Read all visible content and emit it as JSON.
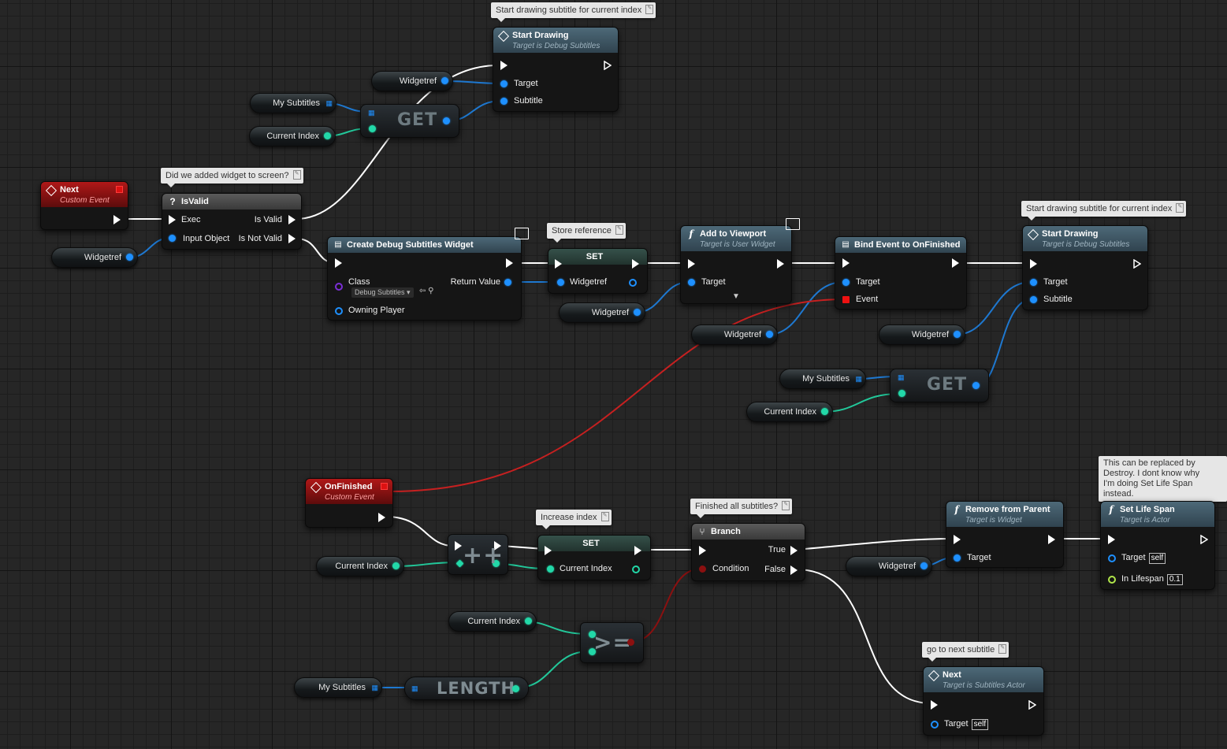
{
  "comments": {
    "start_drawing_top": "Start drawing subtitle for current index",
    "did_we_add": "Did we added widget to screen?",
    "store_ref": "Store reference",
    "start_drawing_right": "Start drawing subtitle for current index",
    "increase_index": "Increase index",
    "finished_all": "Finished all subtitles?",
    "can_be_replaced": "This can be replaced by\nDestroy. I dont know why\nI'm doing Set Life Span instead.",
    "go_next": "go to next subtitle"
  },
  "nodes": {
    "next_event": {
      "title": "Next",
      "subtitle": "Custom Event"
    },
    "is_valid": {
      "title": "IsValid",
      "exec": "Exec",
      "input_object": "Input Object",
      "is_valid": "Is Valid",
      "is_not_valid": "Is Not Valid"
    },
    "start_drawing_top": {
      "title": "Start Drawing",
      "subtitle": "Target is Debug Subtitles",
      "target": "Target",
      "subtitle_pin": "Subtitle"
    },
    "create_widget": {
      "title": "Create Debug Subtitles Widget",
      "class": "Class",
      "class_value": "Debug Subtitles",
      "return_value": "Return Value",
      "owning_player": "Owning Player"
    },
    "set_widget": {
      "title": "SET",
      "pin": "Widgetref"
    },
    "add_viewport": {
      "title": "Add to Viewport",
      "subtitle": "Target is User Widget",
      "target": "Target"
    },
    "bind_event": {
      "title": "Bind Event to OnFinished",
      "target": "Target",
      "event": "Event"
    },
    "start_drawing_right": {
      "title": "Start Drawing",
      "subtitle": "Target is Debug Subtitles",
      "target": "Target",
      "subtitle_pin": "Subtitle"
    },
    "on_finished": {
      "title": "OnFinished",
      "subtitle": "Custom Event"
    },
    "increment": {
      "symbol": "++"
    },
    "set_index": {
      "title": "SET",
      "pin": "Current Index"
    },
    "branch": {
      "title": "Branch",
      "condition": "Condition",
      "true": "True",
      "false": "False"
    },
    "remove_parent": {
      "title": "Remove from Parent",
      "subtitle": "Target is Widget",
      "target": "Target"
    },
    "set_life_span": {
      "title": "Set Life Span",
      "subtitle": "Target is Actor",
      "target": "Target",
      "target_value": "self",
      "in_lifespan": "In Lifespan",
      "lifespan_value": "0.1"
    },
    "next_call": {
      "title": "Next",
      "subtitle": "Target is Subtitles Actor",
      "target": "Target",
      "target_value": "self"
    },
    "compare": {
      "symbol": ">="
    },
    "length": {
      "symbol": "LENGTH"
    },
    "get_top": {
      "symbol": "GET"
    },
    "get_right": {
      "symbol": "GET"
    }
  },
  "variables": {
    "widgetref": "Widgetref",
    "my_subtitles": "My Subtitles",
    "current_index": "Current Index"
  },
  "colors": {
    "exec": "#ffffff",
    "object": "#1e90ff",
    "integer": "#22d8a8",
    "delegate": "#e11111",
    "event_header": "#b01818",
    "function_header": "#4d6978"
  }
}
